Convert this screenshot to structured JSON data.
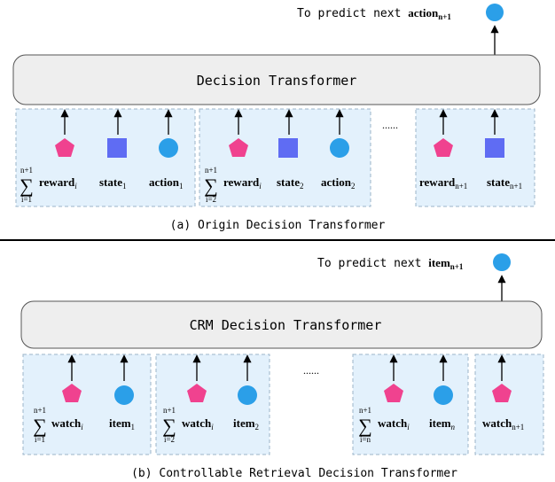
{
  "panel_a": {
    "transformer_label": "Decision Transformer",
    "predict_prefix": "To predict next ",
    "predict_bold": "action",
    "predict_sub": "n+1",
    "ellipsis": "......",
    "caption": "(a) Origin Decision Transformer",
    "groups": [
      {
        "sum_upper": "n+1",
        "sum_lower": "i=1",
        "labels": [
          {
            "text": "reward",
            "sub": "i"
          },
          {
            "text": "state",
            "sub": "1"
          },
          {
            "text": "action",
            "sub": "1"
          }
        ]
      },
      {
        "sum_upper": "n+1",
        "sum_lower": "i=2",
        "labels": [
          {
            "text": "reward",
            "sub": "i"
          },
          {
            "text": "state",
            "sub": "2"
          },
          {
            "text": "action",
            "sub": "2"
          }
        ]
      },
      {
        "labels": [
          {
            "text": "reward",
            "sub": "n+1"
          },
          {
            "text": "state",
            "sub": "n+1"
          }
        ]
      }
    ]
  },
  "panel_b": {
    "transformer_label": "CRM Decision Transformer",
    "predict_prefix": "To predict next ",
    "predict_bold": "item",
    "predict_sub": "n+1",
    "ellipsis": "......",
    "caption": "(b) Controllable Retrieval Decision Transformer",
    "groups": [
      {
        "sum_upper": "n+1",
        "sum_lower": "i=1",
        "labels": [
          {
            "text": "watch",
            "sub": "i"
          },
          {
            "text": "item",
            "sub": "1"
          }
        ]
      },
      {
        "sum_upper": "n+1",
        "sum_lower": "i=2",
        "labels": [
          {
            "text": "watch",
            "sub": "i"
          },
          {
            "text": "item",
            "sub": "2"
          }
        ]
      },
      {
        "sum_upper": "n+1",
        "sum_lower": "i=n",
        "labels": [
          {
            "text": "watch",
            "sub": "i"
          },
          {
            "text": "item",
            "sub": "n"
          }
        ]
      },
      {
        "labels": [
          {
            "text": "watch",
            "sub": "n+1"
          }
        ]
      }
    ]
  },
  "colors": {
    "token_box_fill": "#e3f1fc",
    "token_box_stroke": "#9bb4c8",
    "transformer_fill": "#eeeeee",
    "transformer_stroke": "#555555",
    "reward_pentagon": "#f0428f",
    "state_square": "#5f6cf3",
    "action_circle": "#2b9fe8",
    "arrow": "#000000",
    "divider": "#000000"
  }
}
